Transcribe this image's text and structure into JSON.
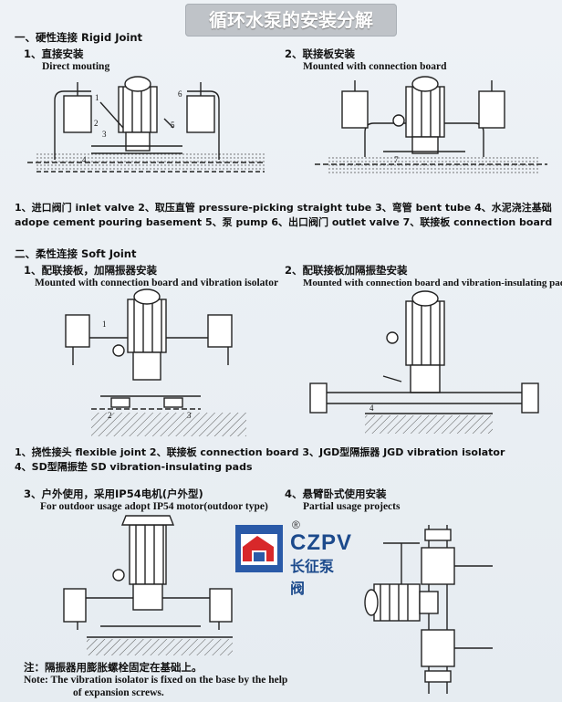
{
  "title": "循环水泵的安装分解",
  "section1": {
    "heading": "一、硬性连接 Rigid Joint",
    "item1_cn": "1、直接安装",
    "item1_en": "Direct mouting",
    "item2_cn": "2、联接板安装",
    "item2_en": "Mounted with connection board",
    "legend_line1": "1、进口阀门 inlet valve  2、取压直管 pressure-picking straight tube  3、弯管 bent tube  4、水泥浇注基础",
    "legend_line2": "adope cement pouring basement  5、泵 pump  6、出口阀门 outlet valve  7、联接板 connection board"
  },
  "section2": {
    "heading": "二、柔性连接 Soft Joint",
    "item1_cn": "1、配联接板，加隔振器安装",
    "item1_en": "Mounted with connection board and vibration isolator",
    "item2_cn": "2、配联接板加隔振垫安装",
    "item2_en": "Mounted with connection board and vibration-insulating pad",
    "legend_line1": "1、挠性接头 flexible joint  2、联接板 connection board  3、JGD型隔振器 JGD vibration isolator",
    "legend_line2": "4、SD型隔振垫 SD vibration-insulating pads"
  },
  "section3": {
    "item3_cn": "3、户外使用，采用IP54电机(户外型)",
    "item3_en": "For outdoor usage adopt IP54 motor(outdoor type)",
    "item4_cn": "4、悬臂卧式使用安装",
    "item4_en": "Partial usage projects"
  },
  "note": {
    "cn": "注：隔振器用膨胀螺栓固定在基础上。",
    "en_line1": "Note: The vibration isolator is fixed on the base by the help",
    "en_line2": "of expansion screws."
  },
  "logo": {
    "brand": "CZPV",
    "brand_cn": "长征泵阀",
    "registered": "®"
  },
  "callouts": {
    "n1": "1",
    "n2": "2",
    "n3": "3",
    "n4": "4",
    "n5": "5",
    "n6": "6",
    "n7": "7"
  }
}
